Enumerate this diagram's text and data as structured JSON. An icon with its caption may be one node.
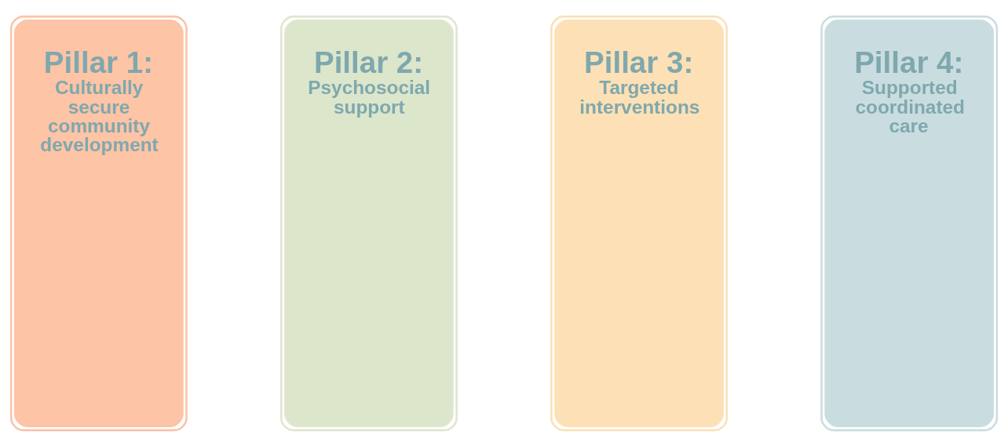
{
  "diagram": {
    "nodes": [
      {
        "text": [
          "Pillar 1:",
          "Culturally secure community development"
        ]
      },
      {
        "text": [
          "Pillar 2:",
          "Psychosocial support"
        ]
      },
      {
        "text": [
          "Pillar 3:",
          "Targeted interventions"
        ]
      },
      {
        "text": [
          "Pillar 4:",
          "Supported coordinated care"
        ]
      }
    ]
  }
}
